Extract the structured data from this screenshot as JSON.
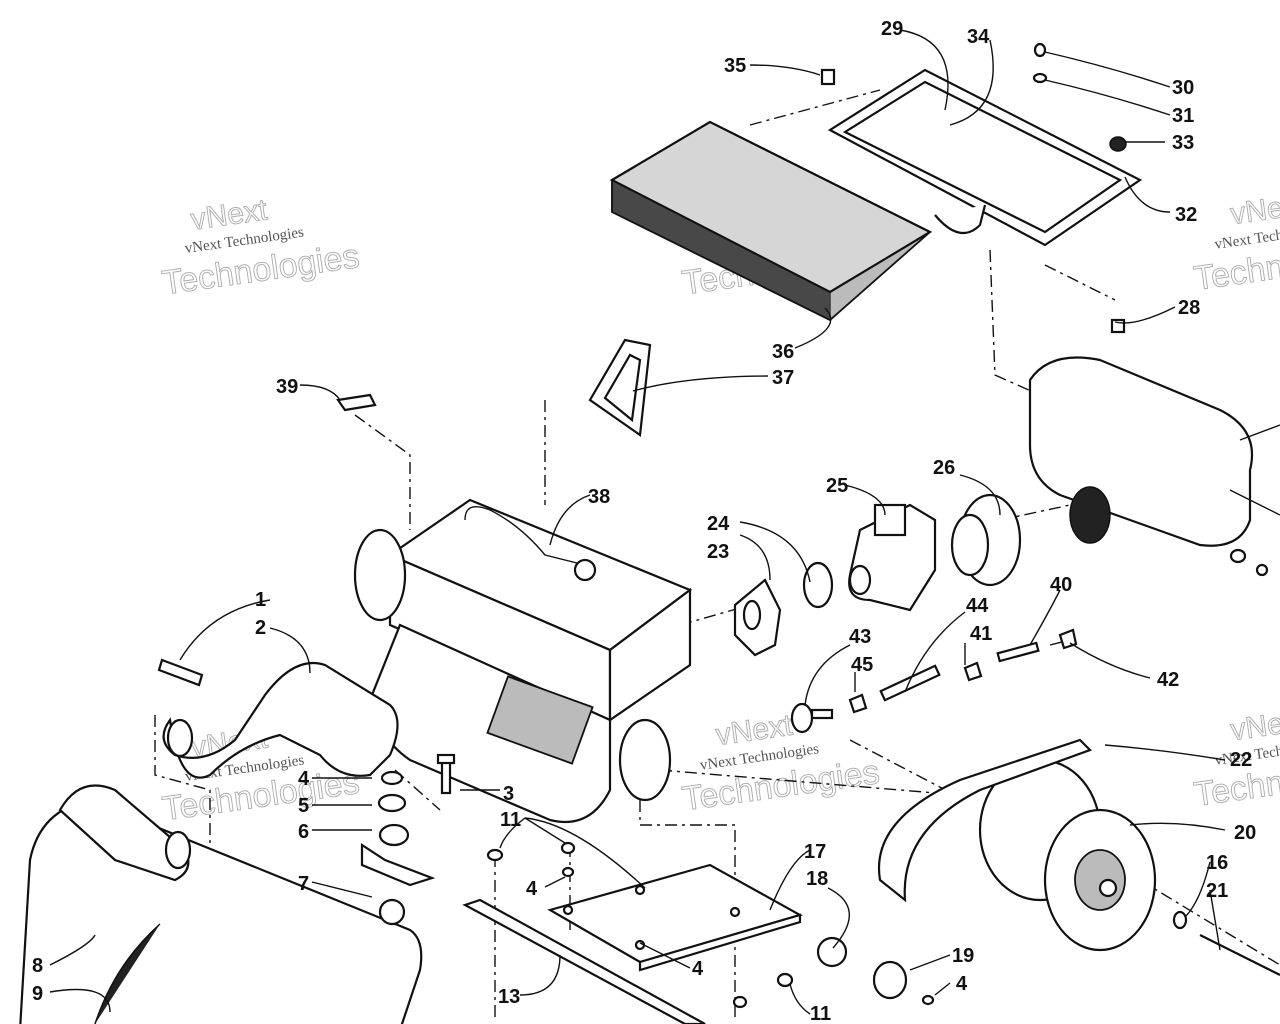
{
  "watermark": {
    "line1": "vNext",
    "line2": "vNext Technologies",
    "line3": "Technologies"
  },
  "callouts": {
    "c1": "1",
    "c2": "2",
    "c3": "3",
    "c4a": "4",
    "c4b": "4",
    "c4c": "4",
    "c4d": "4",
    "c5": "5",
    "c6": "6",
    "c7": "7",
    "c8": "8",
    "c9": "9",
    "c11a": "11",
    "c11b": "11",
    "c13": "13",
    "c16": "16",
    "c17": "17",
    "c18": "18",
    "c19": "19",
    "c20": "20",
    "c21": "21",
    "c22": "22",
    "c23": "23",
    "c24": "24",
    "c25": "25",
    "c26": "26",
    "c28": "28",
    "c29": "29",
    "c30": "30",
    "c31": "31",
    "c32": "32",
    "c33": "33",
    "c34": "34",
    "c35": "35",
    "c36": "36",
    "c37": "37",
    "c38": "38",
    "c39": "39",
    "c40": "40",
    "c41": "41",
    "c42": "42",
    "c43": "43",
    "c44": "44",
    "c45": "45"
  }
}
